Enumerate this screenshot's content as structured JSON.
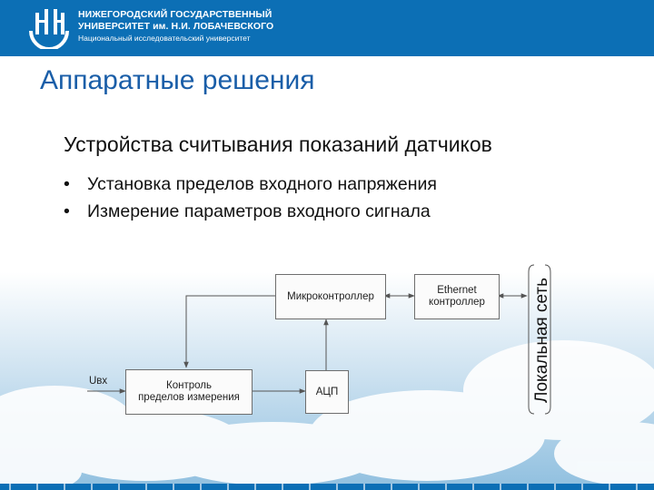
{
  "header": {
    "university_line1": "НИЖЕГОРОДСКИЙ ГОСУДАРСТВЕННЫЙ",
    "university_line2": "УНИВЕРСИТЕТ им. Н.И. ЛОБАЧЕВСКОГО",
    "university_line3": "Национальный исследовательский университет",
    "brand_color": "#0c6fb5",
    "logo_icon": "university-logo-icon"
  },
  "slide": {
    "title": "Аппаратные решения",
    "subtitle": "Устройства считывания показаний датчиков",
    "bullets": [
      "Установка пределов входного напряжения",
      "Измерение параметров входного сигнала"
    ],
    "bullet_symbol": "•",
    "title_color": "#1a5ea8"
  },
  "diagram": {
    "nodes": {
      "mcu": "Микроконтроллер",
      "ethernet": "Ethernet\nконтроллер",
      "range_ctrl": "Контроль\nпределов измерения",
      "adc": "АЦП"
    },
    "input_label": "Uвх",
    "network_label": "Локальная сеть",
    "edges": [
      {
        "from": "mcu",
        "to": "ethernet",
        "bidirectional": true
      },
      {
        "from": "ethernet",
        "to": "network",
        "bidirectional": true
      },
      {
        "from": "mcu",
        "to": "range_ctrl"
      },
      {
        "from": "range_ctrl",
        "to": "adc"
      },
      {
        "from": "adc",
        "to": "mcu"
      },
      {
        "from": "input",
        "to": "range_ctrl"
      }
    ]
  }
}
